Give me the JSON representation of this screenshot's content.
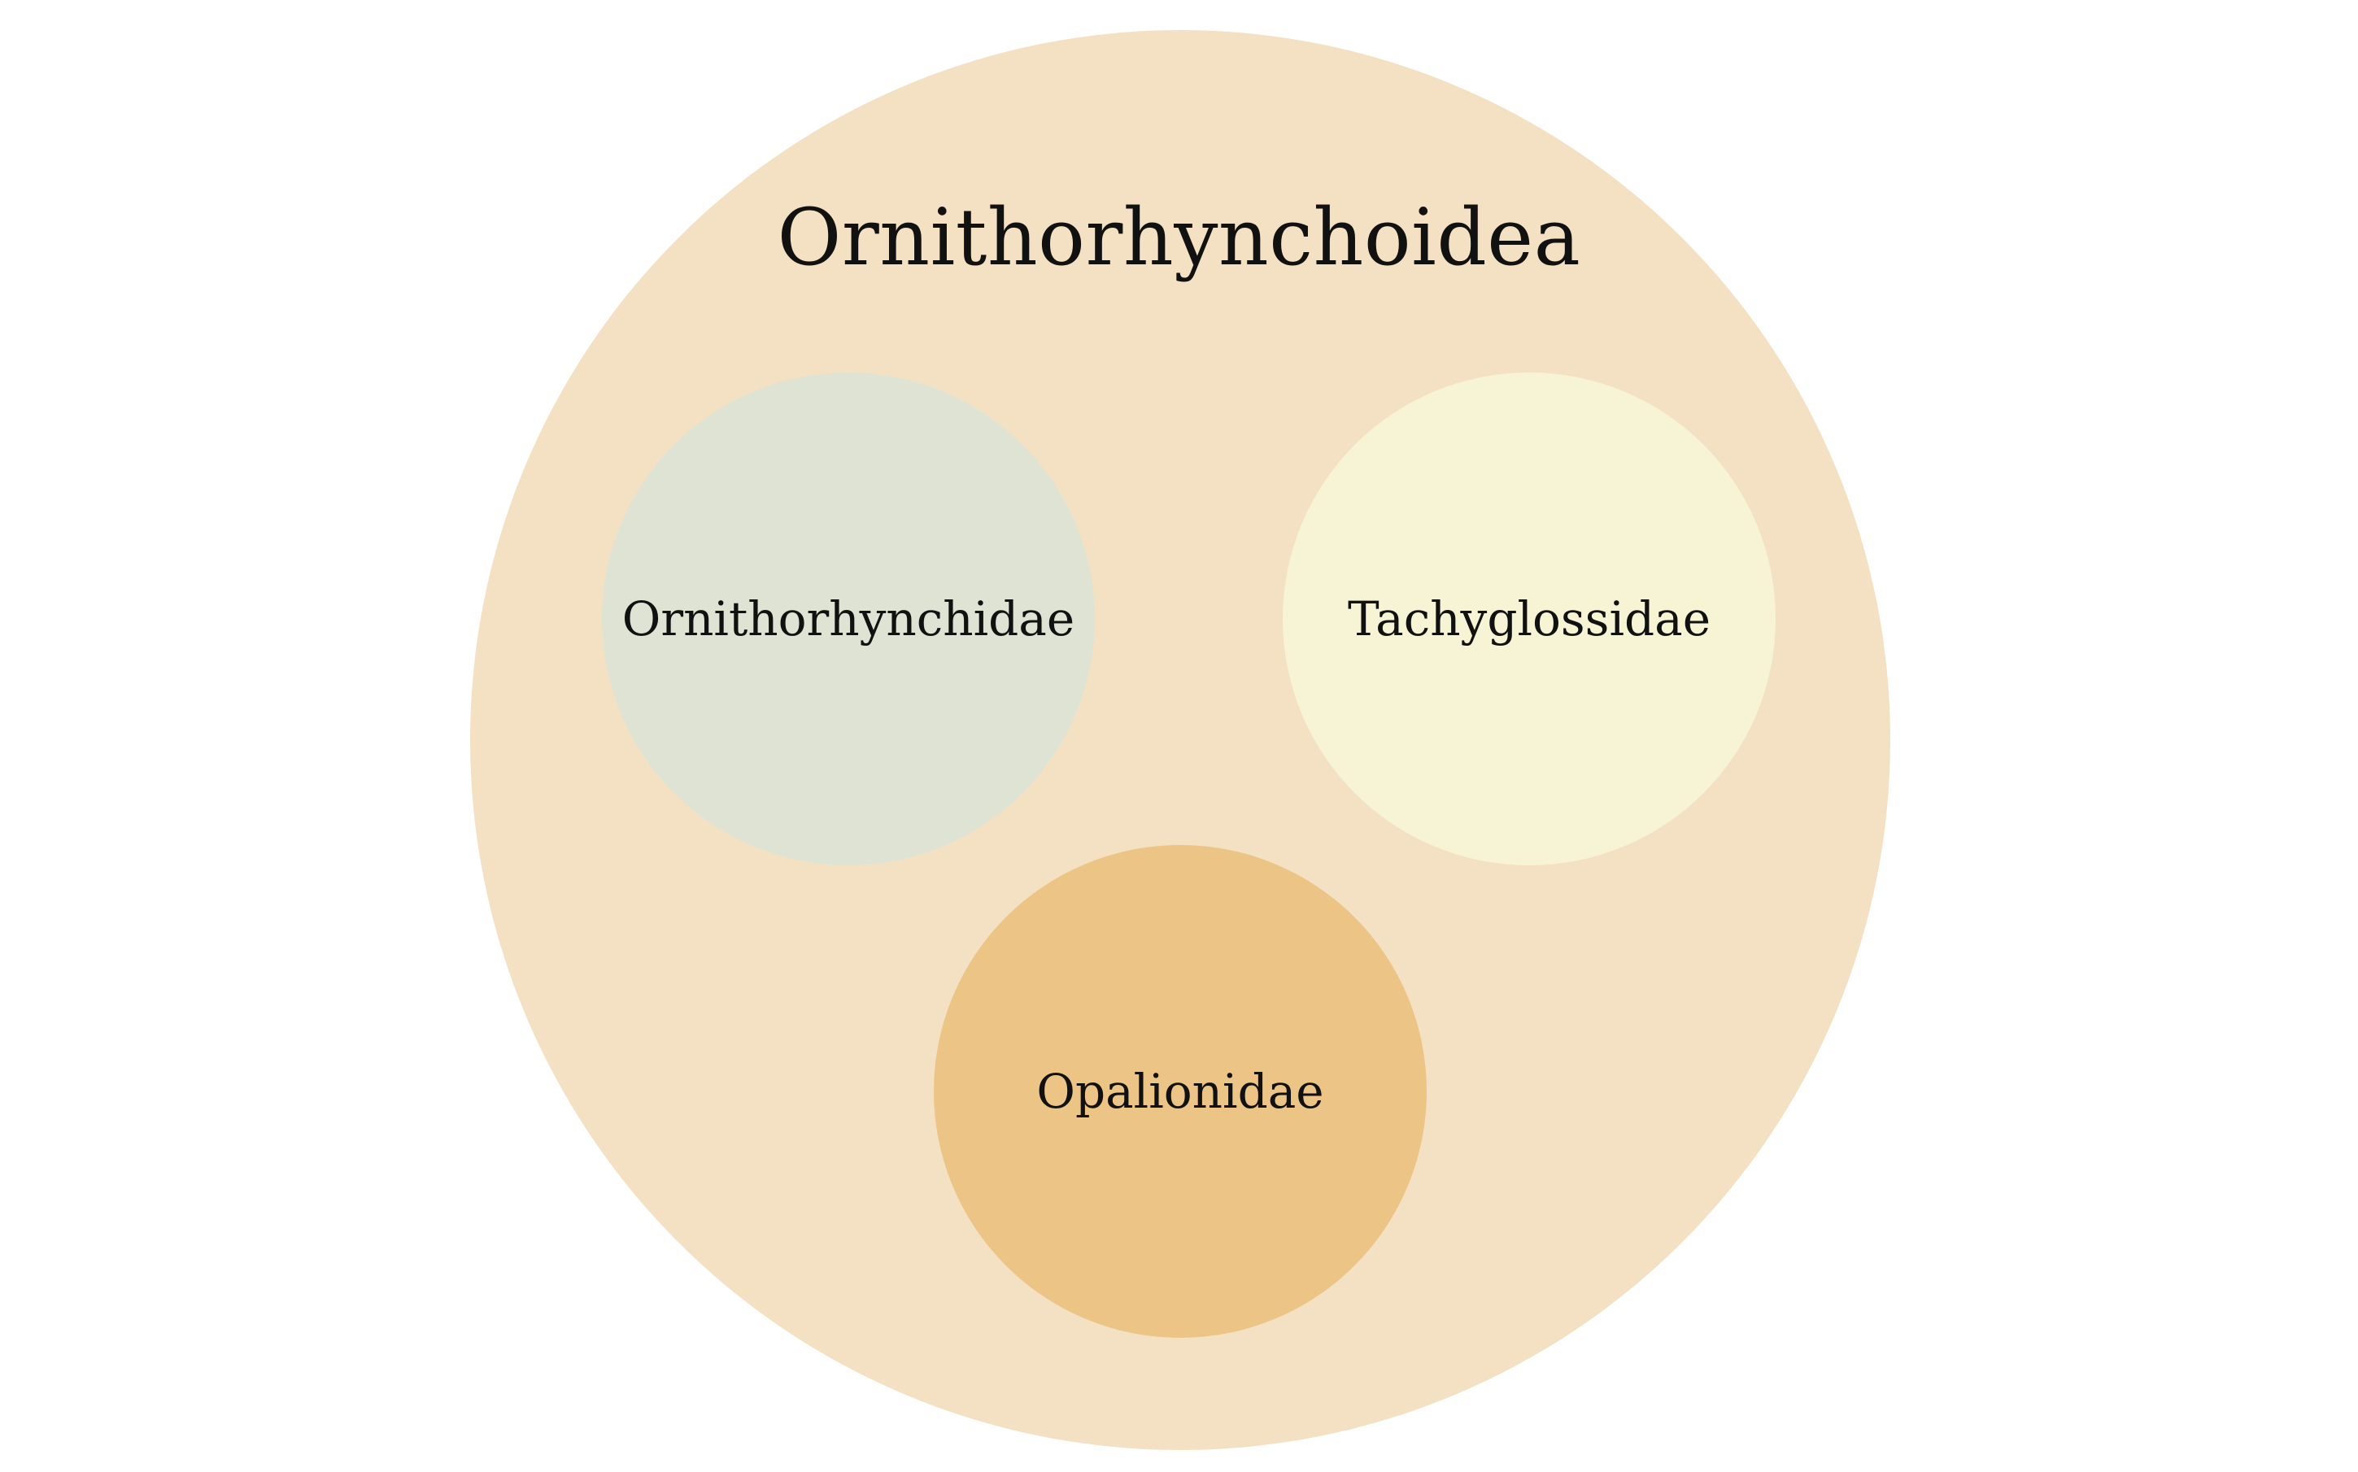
{
  "diagram": {
    "outer": {
      "label": "Ornithorhynchoidea",
      "color": "#f4e1c3"
    },
    "children": [
      {
        "label": "Ornithorhynchidae",
        "color": "#dfe3d4"
      },
      {
        "label": "Tachyglossidae",
        "color": "#f7f4d5"
      },
      {
        "label": "Opalionidae",
        "color": "#ecc486"
      }
    ]
  }
}
